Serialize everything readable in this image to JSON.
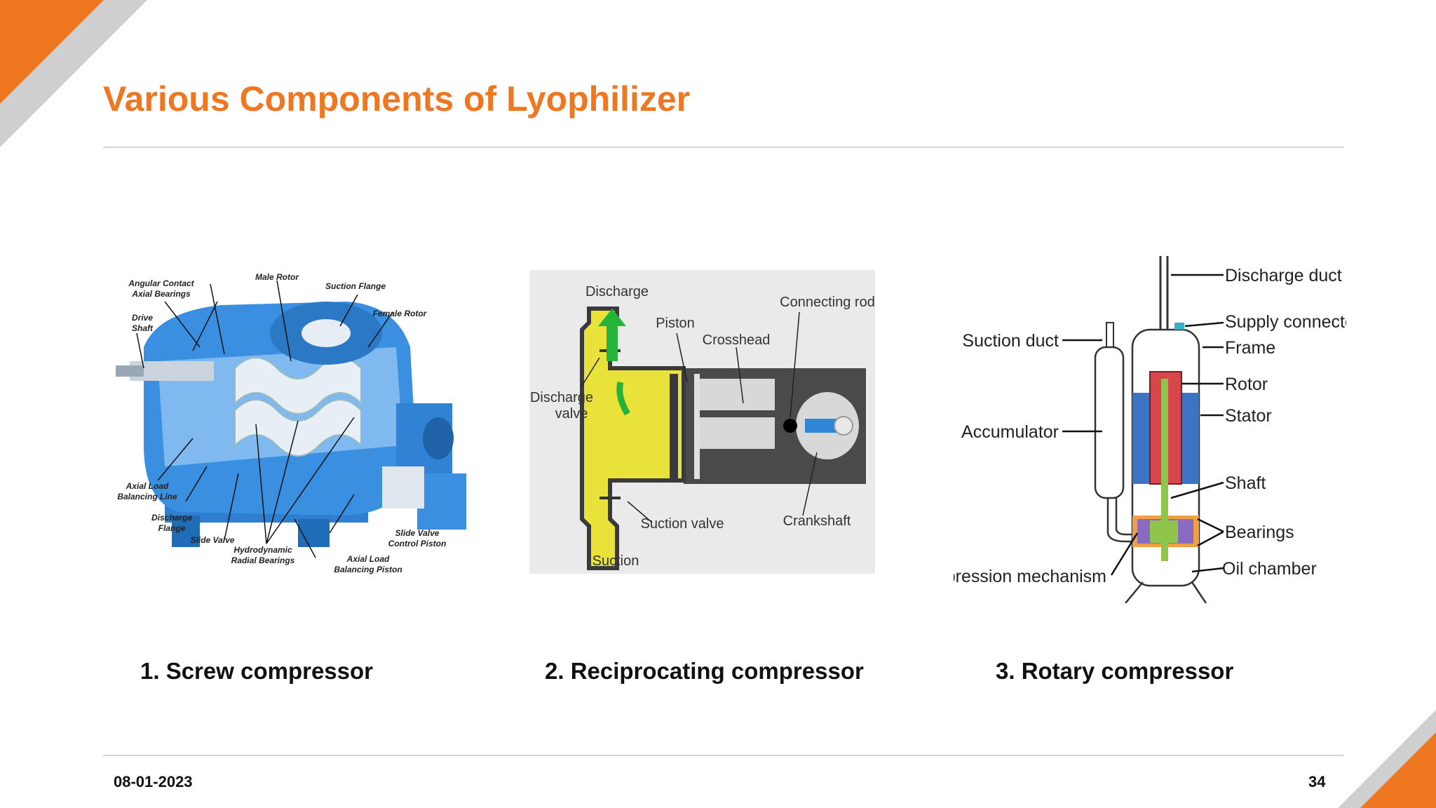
{
  "slide": {
    "title": "Various Components of Lyophilizer",
    "date": "08-01-2023",
    "page_number": "34",
    "accent_color": "#f07722",
    "accent_secondary": "#c8c8c8"
  },
  "figures": [
    {
      "caption": "1. Screw compressor",
      "labels": {
        "angular_contact": "Angular Contact",
        "axial_bearings": "Axial Bearings",
        "male_rotor": "Male Rotor",
        "suction_flange": "Suction Flange",
        "female_rotor": "Female Rotor",
        "drive": "Drive",
        "shaft": "Shaft",
        "axial_load": "Axial Load",
        "balancing_line": "Balancing Line",
        "discharge": "Discharge",
        "flange": "Flange",
        "slide_valve": "Slide Valve",
        "hydrodynamic": "Hydrodynamic",
        "radial_bearings": "Radial Bearings",
        "axial_load_2": "Axial Load",
        "balancing_piston": "Balancing Piston",
        "slide_valve_2": "Slide Valve",
        "control_piston": "Control Piston"
      }
    },
    {
      "caption": "2. Reciprocating compressor",
      "labels": {
        "discharge": "Discharge",
        "piston": "Piston",
        "crosshead": "Crosshead",
        "connecting_rod": "Connecting rod",
        "discharge_valve_1": "Discharge",
        "discharge_valve_2": "valve",
        "suction_valve": "Suction valve",
        "crankshaft": "Crankshaft",
        "suction": "Suction"
      }
    },
    {
      "caption": "3. Rotary compressor",
      "labels": {
        "discharge_duct": "Discharge duct",
        "supply_connector": "Supply connector",
        "frame": "Frame",
        "rotor": "Rotor",
        "stator": "Stator",
        "shaft": "Shaft",
        "bearings": "Bearings",
        "oil_chamber": "Oil chamber",
        "suction_duct": "Suction duct",
        "accumulator": "Accumulator",
        "compression_mechanism": "Compression mechanism"
      }
    }
  ]
}
